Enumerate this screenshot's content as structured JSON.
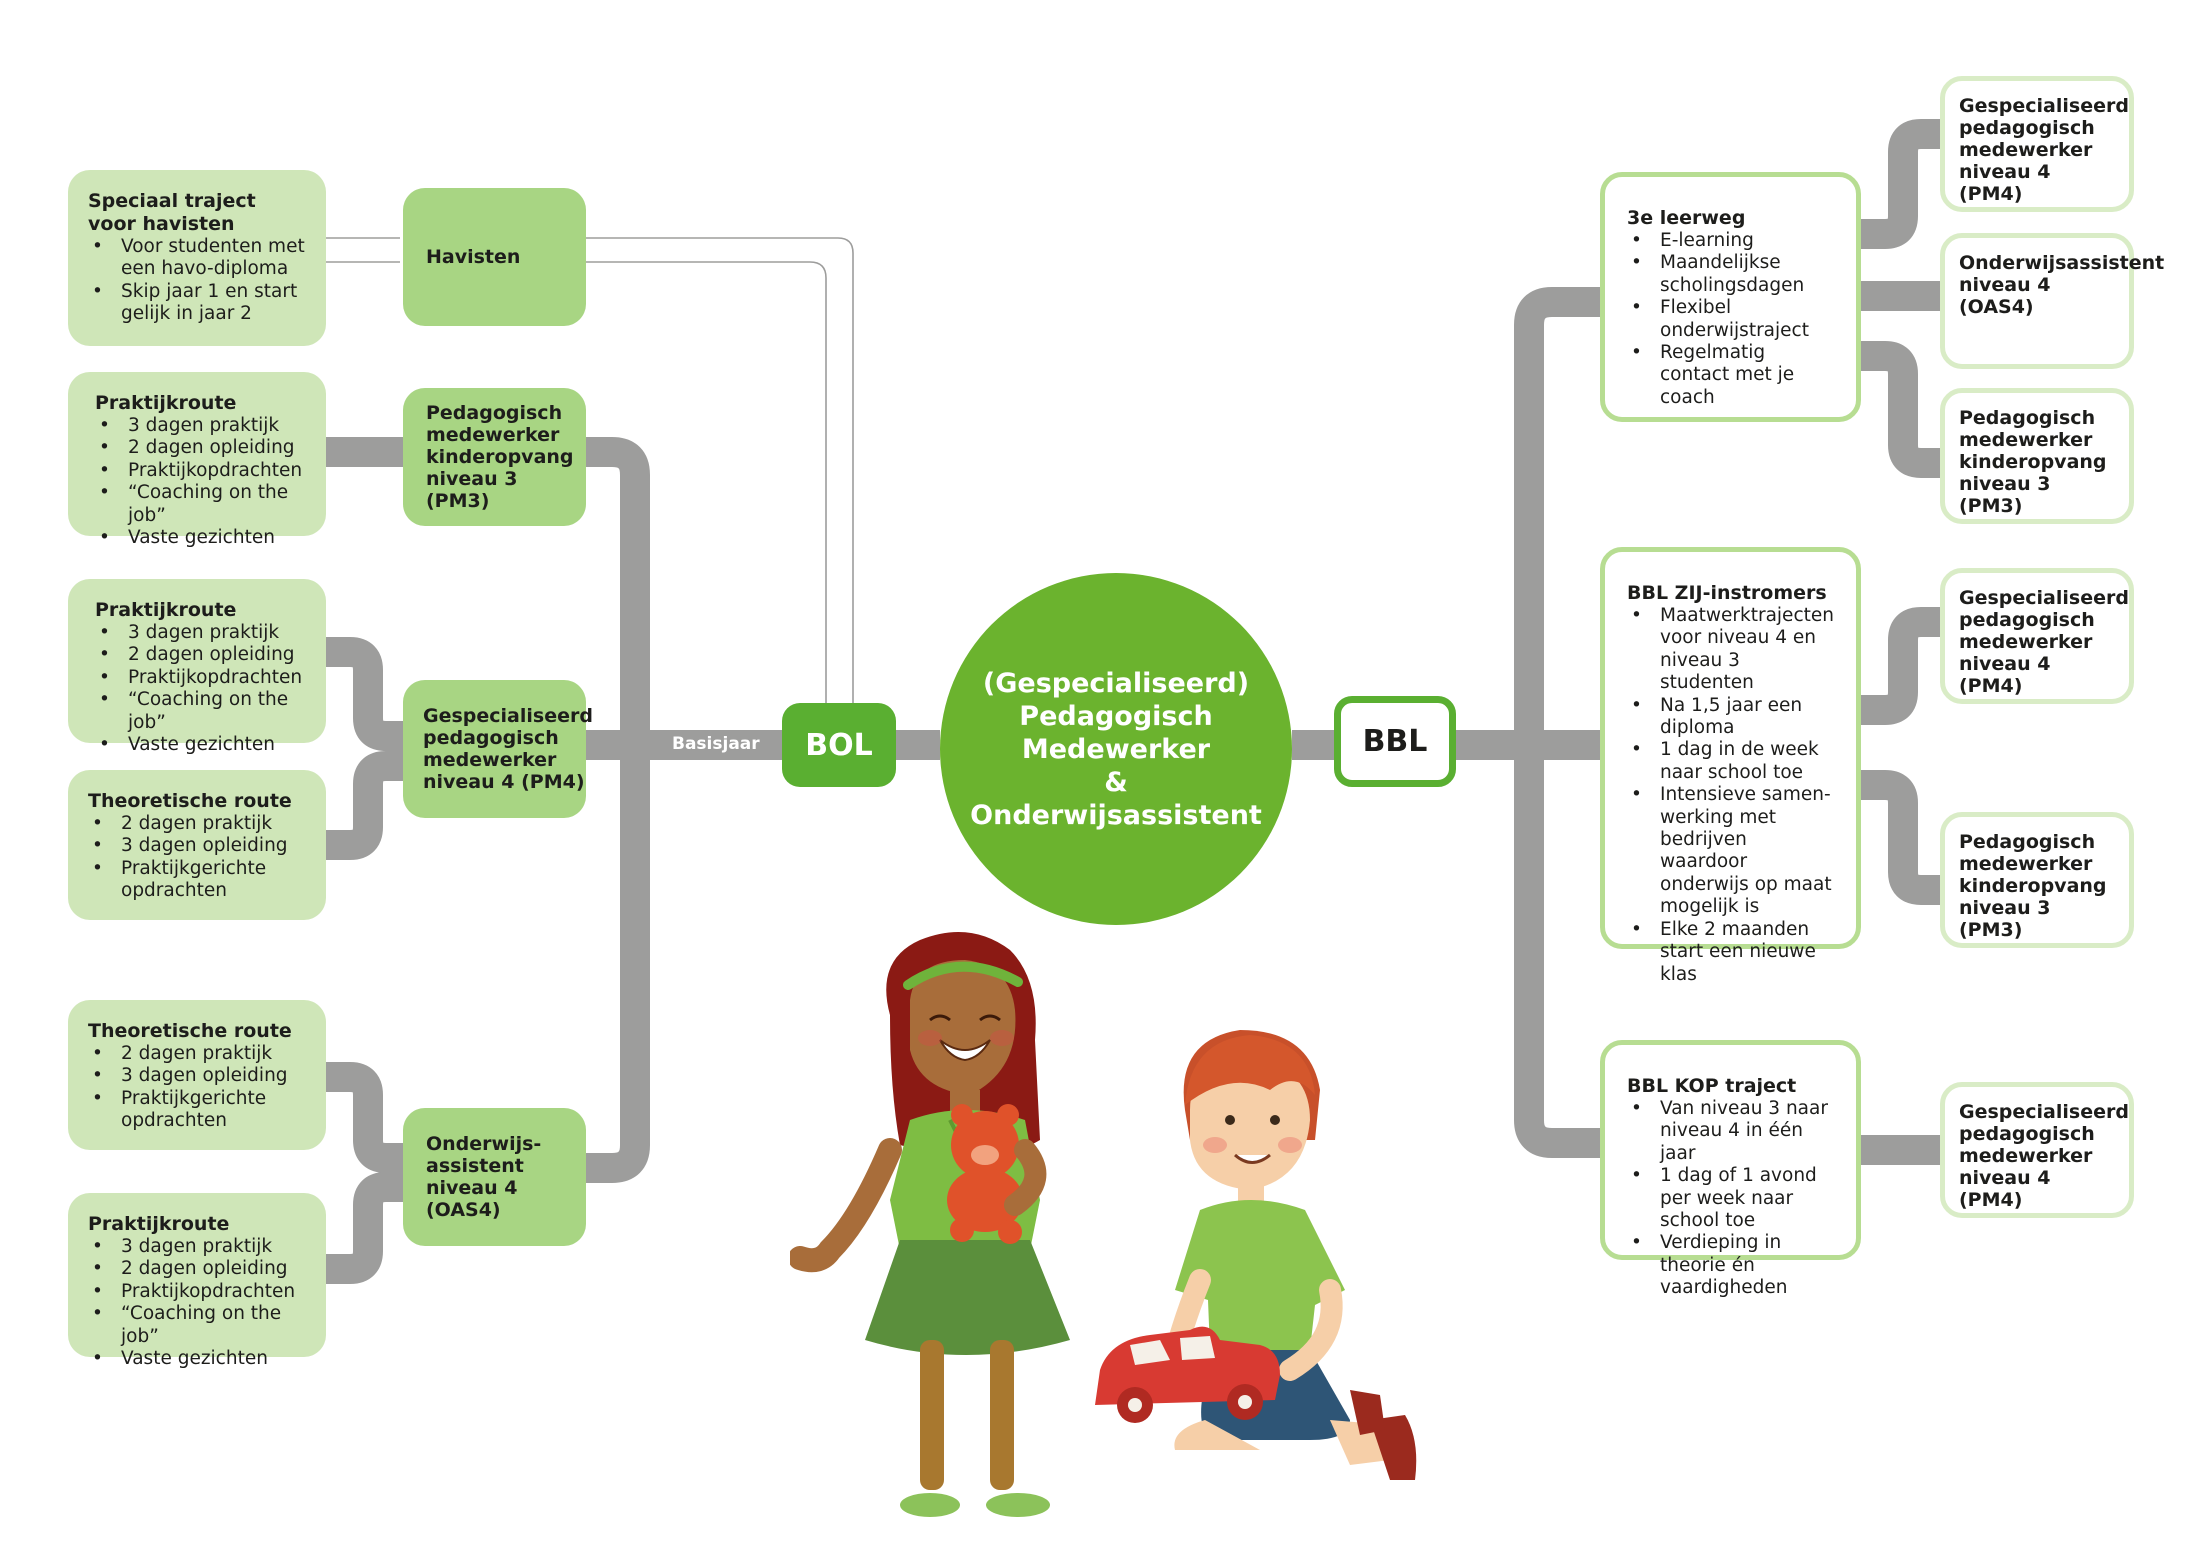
{
  "center": {
    "lines": [
      "(Gespecialiseerd)",
      "Pedagogisch",
      "Medewerker",
      "&",
      "Onderwijsassistent"
    ]
  },
  "hubs": {
    "bol": "BOL",
    "bbl": "BBL",
    "basisjaar": "Basisjaar"
  },
  "left_routes": [
    {
      "title": "Speciaal traject voor havisten",
      "bullets": [
        "Voor studenten met een havo-diploma",
        "Skip jaar 1 en start gelijk in jaar 2"
      ]
    },
    {
      "title": "Praktijkroute",
      "bullets": [
        "3 dagen praktijk",
        "2 dagen opleiding",
        "Praktijkopdrachten",
        "“Coaching on the job”",
        "Vaste gezichten"
      ]
    },
    {
      "title": "Praktijkroute",
      "bullets": [
        "3 dagen praktijk",
        "2 dagen opleiding",
        "Praktijkopdrachten",
        "“Coaching on the job”",
        "Vaste gezichten"
      ]
    },
    {
      "title": "Theoretische route",
      "bullets": [
        "2 dagen praktijk",
        "3 dagen opleiding",
        "Praktijkgerichte opdrachten"
      ]
    },
    {
      "title": "Theoretische route",
      "bullets": [
        "2 dagen praktijk",
        "3 dagen opleiding",
        "Praktijkgerichte opdrachten"
      ]
    },
    {
      "title": "Praktijkroute",
      "bullets": [
        "3 dagen praktijk",
        "2 dagen opleiding",
        "Praktijkopdrachten",
        "“Coaching on the job”",
        "Vaste gezichten"
      ]
    }
  ],
  "bol_outcomes": [
    "Havisten",
    "Pedagogisch medewerker kinderopvang niveau 3 (PM3)",
    "Gespecialiseerd pedagogisch medewerker niveau 4 (PM4)",
    "Onderwijs-assistent niveau 4 (OAS4)"
  ],
  "bbl_routes": [
    {
      "title": "3e leerweg",
      "bullets": [
        "E-learning",
        "Maandelijkse scholingsdagen",
        "Flexibel onderwijstraject",
        "Regelmatig contact met je coach"
      ]
    },
    {
      "title": "BBL ZIJ-instromers",
      "bullets": [
        "Maatwerktrajecten voor niveau 4 en niveau 3 studenten",
        "Na 1,5 jaar een diploma",
        "1 dag in de week naar school toe",
        "Intensieve samen-werking met bedrijven waardoor onderwijs op maat mogelijk is",
        "Elke 2 maanden start een nieuwe klas"
      ]
    },
    {
      "title": "BBL KOP traject",
      "bullets": [
        "Van niveau 3 naar niveau 4 in één jaar",
        "1 dag of 1 avond per week naar school toe",
        "Verdieping in theorie én vaardigheden"
      ]
    }
  ],
  "bbl_outcomes": [
    "Gespecialiseerd pedagogisch medewerker niveau 4 (PM4)",
    "Onderwijsassistent niveau 4 (OAS4)",
    "Pedagogisch medewerker kinderopvang niveau 3 (PM3)",
    "Gespecialiseerd pedagogisch medewerker niveau 4 (PM4)",
    "Pedagogisch medewerker kinderopvang niveau 3 (PM3)",
    "Gespecialiseerd pedagogisch medewerker niveau 4 (PM4)"
  ],
  "colors": {
    "connector": "#9d9d9c",
    "center": "#6bb32e",
    "hub": "#5aaf31",
    "left_box": "#cfe6b8",
    "mid_box": "#a8d583",
    "right_border": "#b7dd92"
  }
}
